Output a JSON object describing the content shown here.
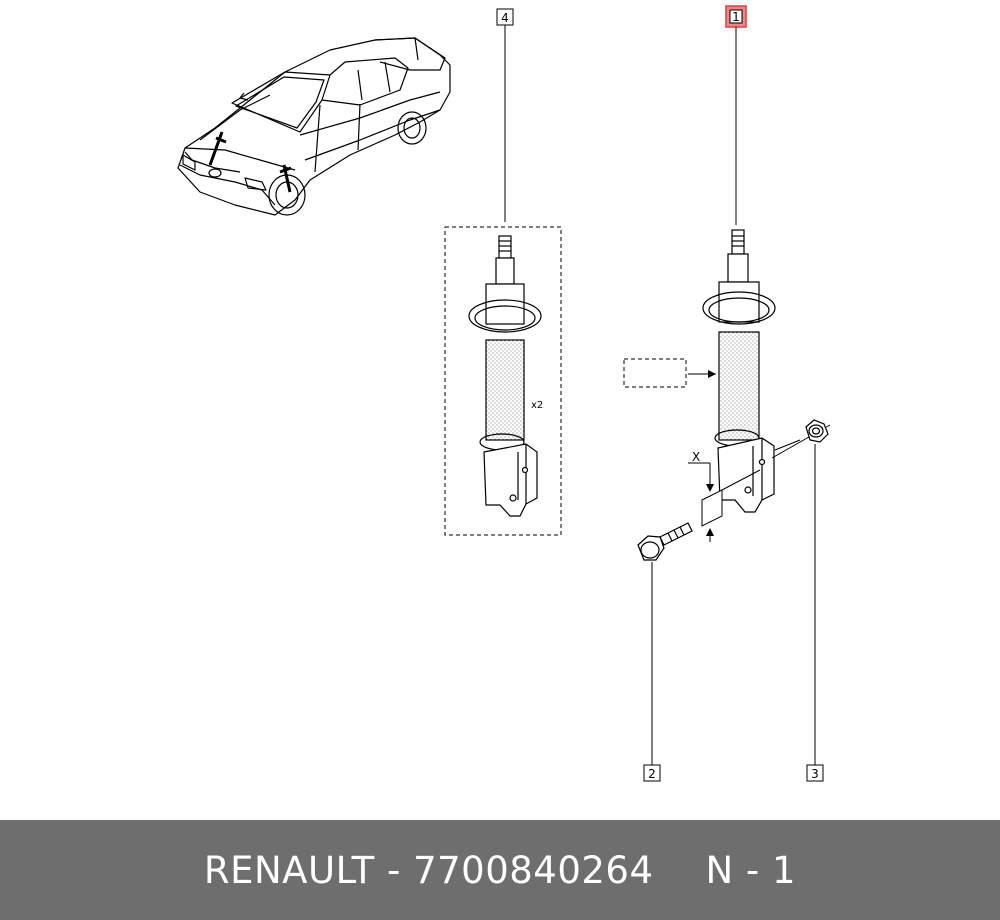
{
  "callouts": {
    "part_1": "1",
    "part_2": "2",
    "part_3": "3",
    "part_4": "4"
  },
  "annotations": {
    "quantity": "x2",
    "dimension_mark": "X"
  },
  "footer": {
    "brand": "RENAULT",
    "separator": " - ",
    "part_number": "7700840264",
    "note": "N - 1"
  },
  "colors": {
    "highlight_callout": "#e53c3c",
    "footer_background": "#6e6e6e",
    "footer_text": "#ffffff"
  },
  "icons": {
    "vehicle": "car-outline-icon",
    "shock_absorber": "strut-icon"
  }
}
